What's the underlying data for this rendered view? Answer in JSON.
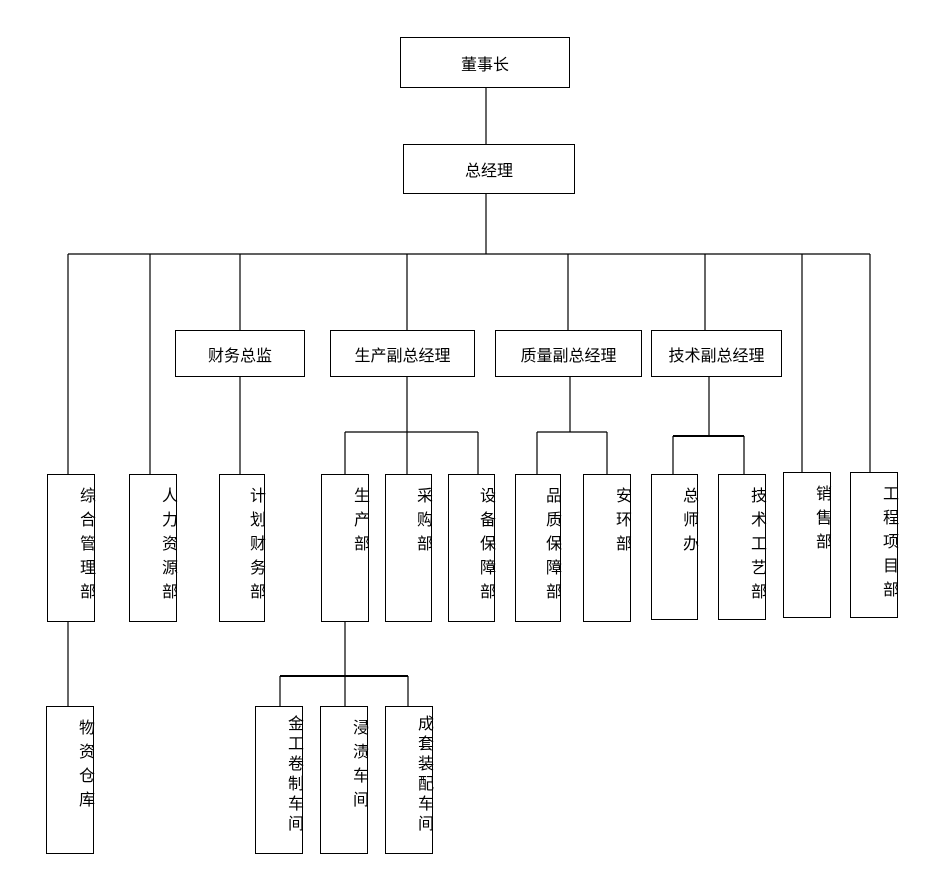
{
  "nodes": {
    "chairman": "董事长",
    "gm": "总经理",
    "cfo": "财务总监",
    "vp_production": "生产副总经理",
    "vp_quality": "质量副总经理",
    "vp_technology": "技术副总经理",
    "general_admin": "综合管理部",
    "hr": "人力资源部",
    "planning_finance": "计划财务部",
    "production_dept": "生产部",
    "purchasing": "采购部",
    "equipment": "设备保障部",
    "quality_assurance": "品质保障部",
    "safety_env": "安环部",
    "engineer_office": "总师办",
    "tech_process": "技术工艺部",
    "sales": "销售部",
    "engineering_projects": "工程项目部",
    "warehouse": "物资仓库",
    "metal_rolling": "金工卷制车间",
    "impregnation": "浸渍车间",
    "assembly": "成套装配车间"
  }
}
